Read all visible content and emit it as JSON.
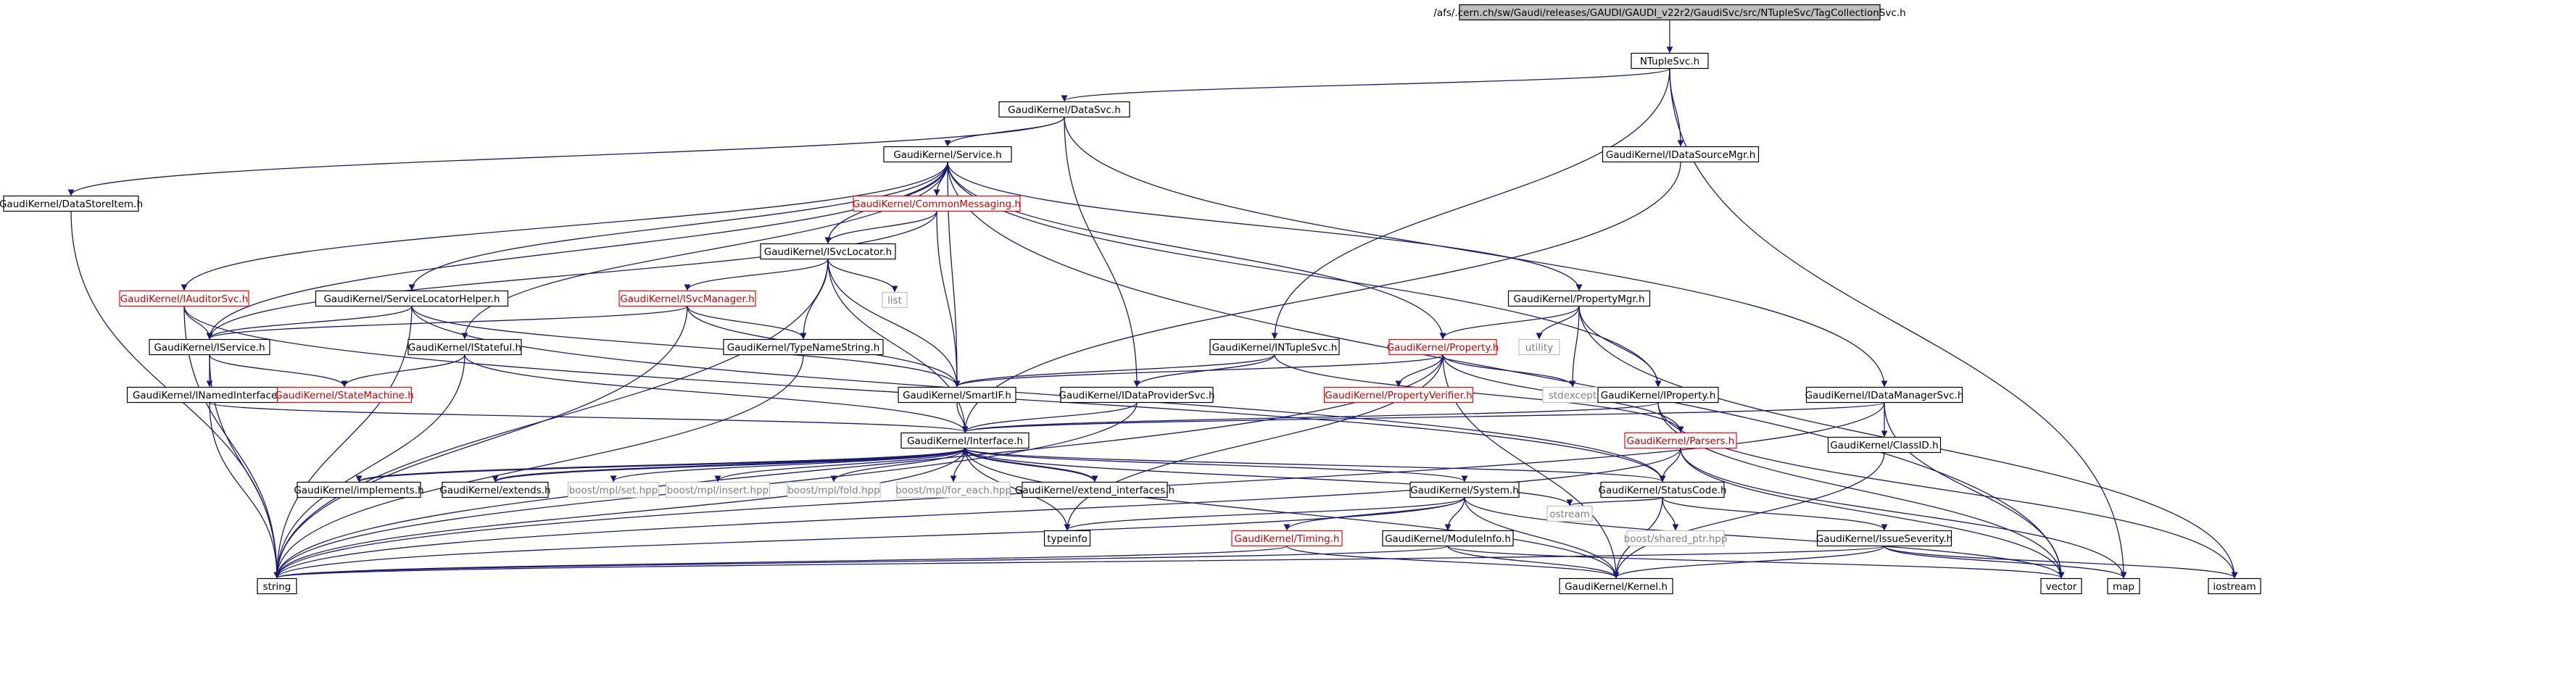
{
  "colors": {
    "edge": "#191970",
    "border_normal": "#000000",
    "border_ext": "#bfbfbf",
    "border_trunc": "#ff0000",
    "fill_root": "#bfbfbf",
    "fill_normal": "#ffffff",
    "text_normal": "#000000",
    "text_ext": "#7f7f7f",
    "text_trunc": "#cc0000"
  },
  "nodes": [
    {
      "id": "root",
      "label": "/afs/.cern.ch/sw/Gaudi/releases/GAUDI/GAUDI_v22r2/GaudiSvc/src/NTupleSvc/TagCollectionSvc.h",
      "style": "root"
    },
    {
      "id": "ntuplesvc",
      "label": "NTupleSvc.h",
      "style": "normal"
    },
    {
      "id": "datasvc",
      "label": "GaudiKernel/DataSvc.h",
      "style": "normal"
    },
    {
      "id": "idatasourcemgr",
      "label": "GaudiKernel/IDataSourceMgr.h",
      "style": "normal"
    },
    {
      "id": "service",
      "label": "GaudiKernel/Service.h",
      "style": "normal"
    },
    {
      "id": "datastoreitem",
      "label": "GaudiKernel/DataStoreItem.h",
      "style": "normal"
    },
    {
      "id": "commonmessaging",
      "label": "GaudiKernel/CommonMessaging.h",
      "style": "trunc"
    },
    {
      "id": "isvclocator",
      "label": "GaudiKernel/ISvcLocator.h",
      "style": "normal"
    },
    {
      "id": "list",
      "label": "list",
      "style": "ext"
    },
    {
      "id": "iauditorsvc",
      "label": "GaudiKernel/IAuditorSvc.h",
      "style": "trunc"
    },
    {
      "id": "servicelocatorhelper",
      "label": "GaudiKernel/ServiceLocatorHelper.h",
      "style": "normal"
    },
    {
      "id": "isvcmanager",
      "label": "GaudiKernel/ISvcManager.h",
      "style": "trunc"
    },
    {
      "id": "propertymgr",
      "label": "GaudiKernel/PropertyMgr.h",
      "style": "normal"
    },
    {
      "id": "iservice",
      "label": "GaudiKernel/IService.h",
      "style": "normal"
    },
    {
      "id": "typenamestring",
      "label": "GaudiKernel/TypeNameString.h",
      "style": "normal"
    },
    {
      "id": "istateful",
      "label": "GaudiKernel/IStateful.h",
      "style": "normal"
    },
    {
      "id": "intuplesvc",
      "label": "GaudiKernel/INTupleSvc.h",
      "style": "normal"
    },
    {
      "id": "property",
      "label": "GaudiKernel/Property.h",
      "style": "trunc"
    },
    {
      "id": "utility",
      "label": "utility",
      "style": "ext"
    },
    {
      "id": "inamedinterface",
      "label": "GaudiKernel/INamedInterface.h",
      "style": "normal"
    },
    {
      "id": "statemachine",
      "label": "GaudiKernel/StateMachine.h",
      "style": "trunc"
    },
    {
      "id": "smartif",
      "label": "GaudiKernel/SmartIF.h",
      "style": "normal"
    },
    {
      "id": "idataprovidersvc",
      "label": "GaudiKernel/IDataProviderSvc.h",
      "style": "normal"
    },
    {
      "id": "propertyverifier",
      "label": "GaudiKernel/PropertyVerifier.h",
      "style": "trunc"
    },
    {
      "id": "stdexcept",
      "label": "stdexcept",
      "style": "ext"
    },
    {
      "id": "iproperty",
      "label": "GaudiKernel/IProperty.h",
      "style": "normal"
    },
    {
      "id": "idatamanagersvc",
      "label": "GaudiKernel/IDataManagerSvc.h",
      "style": "normal"
    },
    {
      "id": "interface",
      "label": "GaudiKernel/Interface.h",
      "style": "normal"
    },
    {
      "id": "parsers",
      "label": "GaudiKernel/Parsers.h",
      "style": "trunc"
    },
    {
      "id": "classid",
      "label": "GaudiKernel/ClassID.h",
      "style": "normal"
    },
    {
      "id": "implements",
      "label": "GaudiKernel/implements.h",
      "style": "normal"
    },
    {
      "id": "extends",
      "label": "GaudiKernel/extends.h",
      "style": "normal"
    },
    {
      "id": "mpl_set",
      "label": "boost/mpl/set.hpp",
      "style": "ext"
    },
    {
      "id": "mpl_insert",
      "label": "boost/mpl/insert.hpp",
      "style": "ext"
    },
    {
      "id": "mpl_fold",
      "label": "boost/mpl/fold.hpp",
      "style": "ext"
    },
    {
      "id": "mpl_foreach",
      "label": "boost/mpl/for_each.hpp",
      "style": "ext"
    },
    {
      "id": "extend_interfaces",
      "label": "GaudiKernel/extend_interfaces.h",
      "style": "normal"
    },
    {
      "id": "system",
      "label": "GaudiKernel/System.h",
      "style": "normal"
    },
    {
      "id": "statuscode",
      "label": "GaudiKernel/StatusCode.h",
      "style": "normal"
    },
    {
      "id": "ostream",
      "label": "ostream",
      "style": "ext"
    },
    {
      "id": "shared_ptr",
      "label": "boost/shared_ptr.hpp",
      "style": "ext"
    },
    {
      "id": "typeinfo",
      "label": "typeinfo",
      "style": "normal"
    },
    {
      "id": "timing",
      "label": "GaudiKernel/Timing.h",
      "style": "trunc"
    },
    {
      "id": "moduleinfo",
      "label": "GaudiKernel/ModuleInfo.h",
      "style": "normal"
    },
    {
      "id": "issueseverity",
      "label": "GaudiKernel/IssueSeverity.h",
      "style": "normal"
    },
    {
      "id": "string",
      "label": "string",
      "style": "normal"
    },
    {
      "id": "kernel",
      "label": "GaudiKernel/Kernel.h",
      "style": "normal"
    },
    {
      "id": "vector",
      "label": "vector",
      "style": "normal"
    },
    {
      "id": "map",
      "label": "map",
      "style": "normal"
    },
    {
      "id": "iostream",
      "label": "iostream",
      "style": "normal"
    }
  ],
  "edges": [
    [
      "root",
      "ntuplesvc"
    ],
    [
      "ntuplesvc",
      "datasvc"
    ],
    [
      "ntuplesvc",
      "idatasourcemgr"
    ],
    [
      "ntuplesvc",
      "intuplesvc"
    ],
    [
      "ntuplesvc",
      "map"
    ],
    [
      "datasvc",
      "service"
    ],
    [
      "datasvc",
      "datastoreitem"
    ],
    [
      "datasvc",
      "idataprovidersvc"
    ],
    [
      "datasvc",
      "idatamanagersvc"
    ],
    [
      "idatasourcemgr",
      "interface"
    ],
    [
      "service",
      "commonmessaging"
    ],
    [
      "service",
      "isvclocator"
    ],
    [
      "service",
      "iauditorsvc"
    ],
    [
      "service",
      "servicelocatorhelper"
    ],
    [
      "service",
      "propertymgr"
    ],
    [
      "service",
      "iservice"
    ],
    [
      "service",
      "istateful"
    ],
    [
      "service",
      "property"
    ],
    [
      "service",
      "smartif"
    ],
    [
      "service",
      "iproperty"
    ],
    [
      "service",
      "vector"
    ],
    [
      "datastoreitem",
      "string"
    ],
    [
      "commonmessaging",
      "isvclocator"
    ],
    [
      "commonmessaging",
      "iservice"
    ],
    [
      "commonmessaging",
      "smartif"
    ],
    [
      "isvclocator",
      "list"
    ],
    [
      "isvclocator",
      "isvcmanager"
    ],
    [
      "isvclocator",
      "typenamestring"
    ],
    [
      "isvclocator",
      "smartif"
    ],
    [
      "isvclocator",
      "interface"
    ],
    [
      "isvclocator",
      "string"
    ],
    [
      "iauditorsvc",
      "iservice"
    ],
    [
      "iauditorsvc",
      "statuscode"
    ],
    [
      "iauditorsvc",
      "string"
    ],
    [
      "servicelocatorhelper",
      "iservice"
    ],
    [
      "servicelocatorhelper",
      "smartif"
    ],
    [
      "servicelocatorhelper",
      "string"
    ],
    [
      "servicelocatorhelper",
      "statuscode"
    ],
    [
      "isvcmanager",
      "iservice"
    ],
    [
      "isvcmanager",
      "typenamestring"
    ],
    [
      "isvcmanager",
      "smartif"
    ],
    [
      "isvcmanager",
      "string"
    ],
    [
      "propertymgr",
      "property"
    ],
    [
      "propertymgr",
      "utility"
    ],
    [
      "propertymgr",
      "stdexcept"
    ],
    [
      "propertymgr",
      "iproperty"
    ],
    [
      "propertymgr",
      "iostream"
    ],
    [
      "iservice",
      "inamedinterface"
    ],
    [
      "iservice",
      "statemachine"
    ],
    [
      "iservice",
      "string"
    ],
    [
      "typenamestring",
      "string"
    ],
    [
      "istateful",
      "statemachine"
    ],
    [
      "istateful",
      "interface"
    ],
    [
      "istateful",
      "string"
    ],
    [
      "intuplesvc",
      "idataprovidersvc"
    ],
    [
      "intuplesvc",
      "smartif"
    ],
    [
      "intuplesvc",
      "parsers"
    ],
    [
      "property",
      "propertyverifier"
    ],
    [
      "property",
      "stdexcept"
    ],
    [
      "property",
      "parsers"
    ],
    [
      "property",
      "smartif"
    ],
    [
      "property",
      "kernel"
    ],
    [
      "property",
      "typeinfo"
    ],
    [
      "property",
      "string"
    ],
    [
      "inamedinterface",
      "interface"
    ],
    [
      "inamedinterface",
      "string"
    ],
    [
      "smartif",
      "interface"
    ],
    [
      "idataprovidersvc",
      "interface"
    ],
    [
      "idataprovidersvc",
      "string"
    ],
    [
      "iproperty",
      "interface"
    ],
    [
      "iproperty",
      "vector"
    ],
    [
      "iproperty",
      "iostream"
    ],
    [
      "idatamanagersvc",
      "interface"
    ],
    [
      "idatamanagersvc",
      "classid"
    ],
    [
      "idatamanagersvc",
      "vector"
    ],
    [
      "idatamanagersvc",
      "string"
    ],
    [
      "interface",
      "implements"
    ],
    [
      "interface",
      "extends"
    ],
    [
      "interface",
      "mpl_set"
    ],
    [
      "interface",
      "mpl_insert"
    ],
    [
      "interface",
      "mpl_fold"
    ],
    [
      "interface",
      "mpl_foreach"
    ],
    [
      "interface",
      "extend_interfaces"
    ],
    [
      "interface",
      "system"
    ],
    [
      "interface",
      "statuscode"
    ],
    [
      "interface",
      "ostream"
    ],
    [
      "interface",
      "typeinfo"
    ],
    [
      "interface",
      "string"
    ],
    [
      "interface",
      "kernel"
    ],
    [
      "implements",
      "interface"
    ],
    [
      "extends",
      "interface"
    ],
    [
      "extend_interfaces",
      "interface"
    ],
    [
      "parsers",
      "statuscode"
    ],
    [
      "parsers",
      "vector"
    ],
    [
      "parsers",
      "map"
    ],
    [
      "parsers",
      "string"
    ],
    [
      "classid",
      "kernel"
    ],
    [
      "system",
      "typeinfo"
    ],
    [
      "system",
      "timing"
    ],
    [
      "system",
      "moduleinfo"
    ],
    [
      "system",
      "string"
    ],
    [
      "system",
      "vector"
    ],
    [
      "system",
      "kernel"
    ],
    [
      "statuscode",
      "ostream"
    ],
    [
      "statuscode",
      "shared_ptr"
    ],
    [
      "statuscode",
      "issueseverity"
    ],
    [
      "statuscode",
      "kernel"
    ],
    [
      "timing",
      "kernel"
    ],
    [
      "timing",
      "string"
    ],
    [
      "moduleinfo",
      "kernel"
    ],
    [
      "moduleinfo",
      "string"
    ],
    [
      "moduleinfo",
      "vector"
    ],
    [
      "issueseverity",
      "map"
    ],
    [
      "issueseverity",
      "iostream"
    ],
    [
      "issueseverity",
      "string"
    ],
    [
      "issueseverity",
      "kernel"
    ]
  ]
}
